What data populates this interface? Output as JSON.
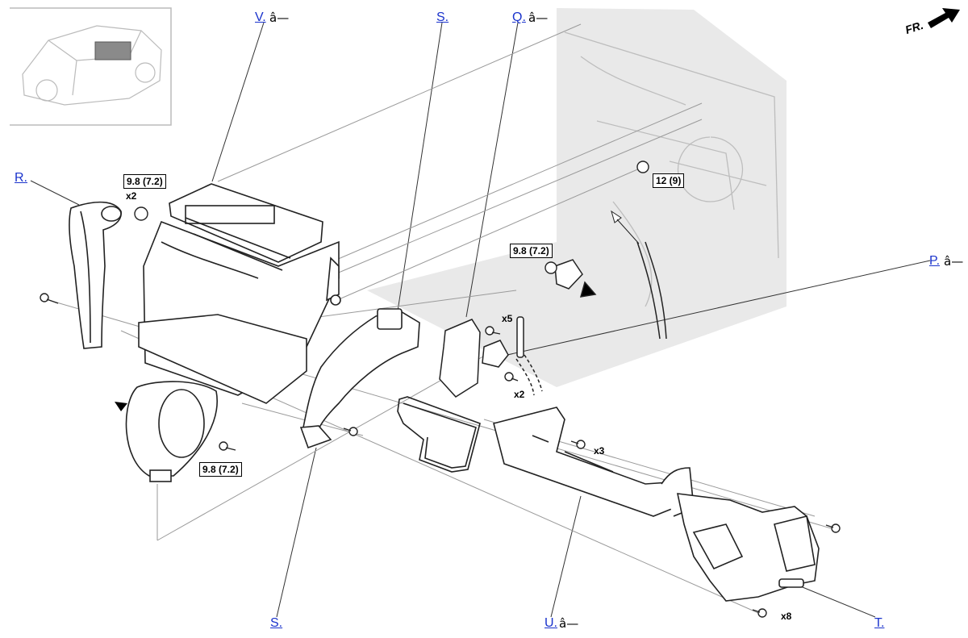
{
  "callouts": {
    "v": {
      "label": "V.",
      "suffix": "â—"
    },
    "s_top": {
      "label": "S."
    },
    "q": {
      "label": "Q.",
      "suffix": "â—"
    },
    "r": {
      "label": "R."
    },
    "p": {
      "label": "P.",
      "suffix": "â—"
    },
    "s_bottom": {
      "label": "S."
    },
    "u": {
      "label": "U.",
      "suffix": "â—"
    },
    "t": {
      "label": "T."
    }
  },
  "torque_specs": {
    "top_left": "9.8 (7.2)",
    "mid_right": "12 (9)",
    "center": "9.8 (7.2)",
    "bottom_left": "9.8 (7.2)"
  },
  "quantities": {
    "top_left": "x2",
    "x5": "x5",
    "x2_mid": "x2",
    "x3": "x3",
    "x8": "x8"
  },
  "direction": {
    "label": "FR."
  },
  "colors": {
    "line": "#000000",
    "faint": "#999999",
    "shade": "#e6e6e6",
    "link": "#1a33cc"
  }
}
